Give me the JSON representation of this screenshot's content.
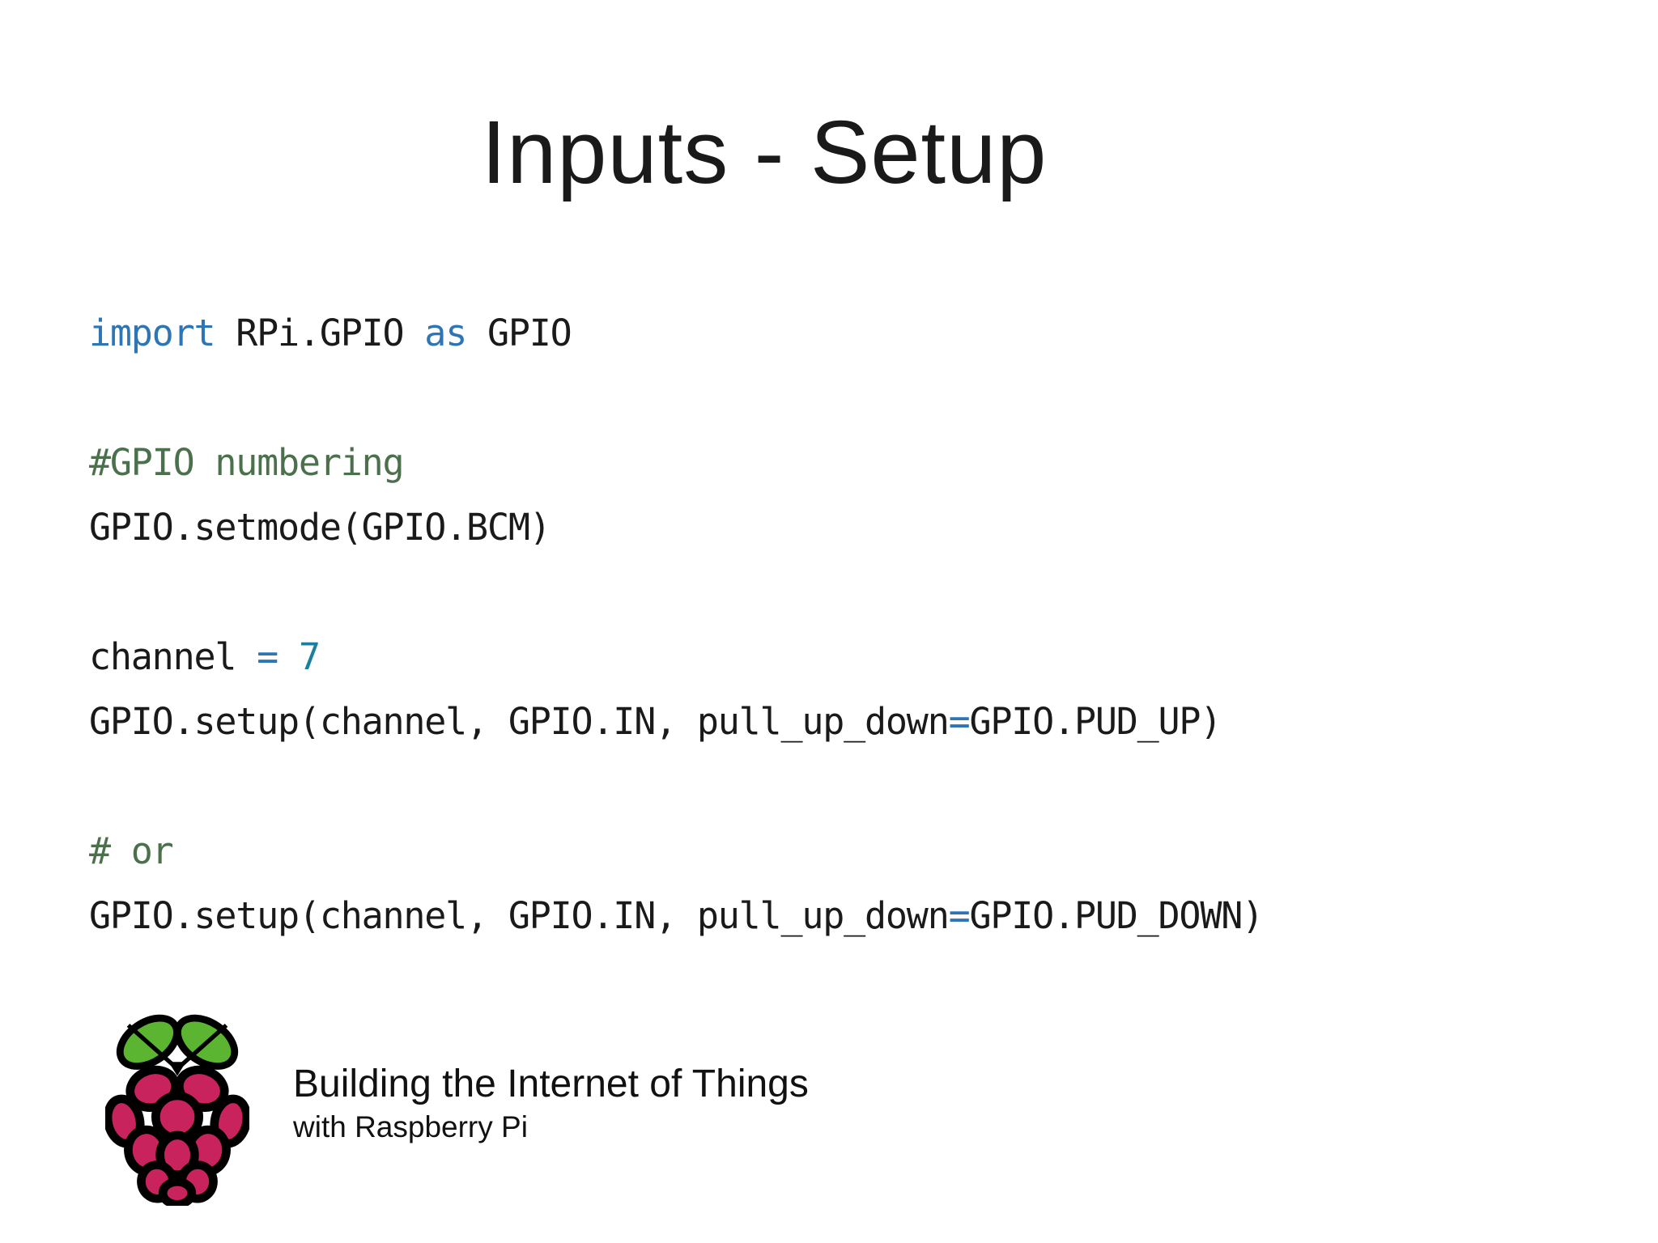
{
  "title": "Inputs - Setup",
  "code": {
    "lines": [
      {
        "segments": [
          [
            "keyword",
            "import"
          ],
          [
            "plain",
            " RPi.GPIO "
          ],
          [
            "keyword",
            "as"
          ],
          [
            "plain",
            " GPIO"
          ]
        ]
      },
      {
        "segments": []
      },
      {
        "segments": [
          [
            "comment",
            "#GPIO numbering"
          ]
        ]
      },
      {
        "segments": [
          [
            "plain",
            "GPIO.setmode(GPIO.BCM)"
          ]
        ]
      },
      {
        "segments": []
      },
      {
        "segments": [
          [
            "plain",
            "channel "
          ],
          [
            "operator",
            "="
          ],
          [
            "plain",
            " "
          ],
          [
            "number",
            "7"
          ]
        ]
      },
      {
        "segments": [
          [
            "plain",
            "GPIO.setup(channel, GPIO.IN, pull_up_down"
          ],
          [
            "operator",
            "="
          ],
          [
            "plain",
            "GPIO.PUD_UP)"
          ]
        ]
      },
      {
        "segments": []
      },
      {
        "segments": [
          [
            "comment",
            "# or"
          ]
        ]
      },
      {
        "segments": [
          [
            "plain",
            "GPIO.setup(channel, GPIO.IN, pull_up_down"
          ],
          [
            "operator",
            "="
          ],
          [
            "plain",
            "GPIO.PUD_DOWN)"
          ]
        ]
      }
    ]
  },
  "footer": {
    "line1": "Building the Internet of Things",
    "line2": "with Raspberry Pi",
    "logo": "raspberry-pi-logo"
  },
  "colors": {
    "background": "#ffffff",
    "title_text": "#1a1a1a",
    "code_text": "#1a1a1a",
    "keyword_blue": "#2e75b6",
    "operator_blue": "#2e75b6",
    "number_teal": "#1b7f9e",
    "comment_green": "#4a714c",
    "logo_leaf_green": "#5cb531",
    "logo_berry_red": "#c8235c",
    "logo_outline": "#000000"
  }
}
